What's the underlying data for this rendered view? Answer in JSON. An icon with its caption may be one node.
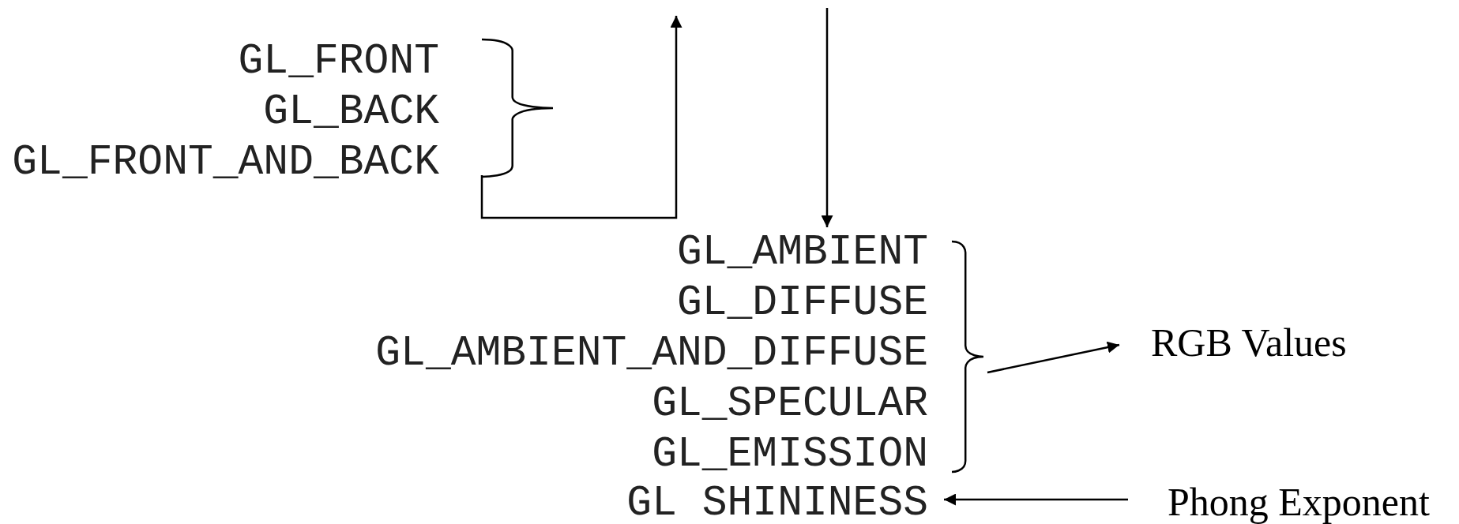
{
  "diagram": {
    "nodes": [
      {
        "text": [
          "GL_FRONT",
          "GL_BACK",
          "GL_FRONT_AND_BACK"
        ]
      },
      {
        "text": [
          "GL_AMBIENT",
          "GL_DIFFUSE",
          "GL_AMBIENT_AND_DIFFUSE",
          "GL_SPECULAR",
          "GL_EMISSION"
        ]
      },
      {
        "text": [
          "GL SHININESS"
        ]
      },
      {
        "text": [
          "RGB Values"
        ]
      },
      {
        "text": [
          "Phong Exponent"
        ]
      }
    ],
    "edges": [
      {
        "from": 0,
        "to": null,
        "arrow": "to"
      },
      {
        "from": null,
        "to": 1,
        "arrow": "to"
      },
      {
        "from": 1,
        "to": 3,
        "arrow": "to"
      },
      {
        "from": 4,
        "to": 2,
        "arrow": "to"
      }
    ]
  }
}
